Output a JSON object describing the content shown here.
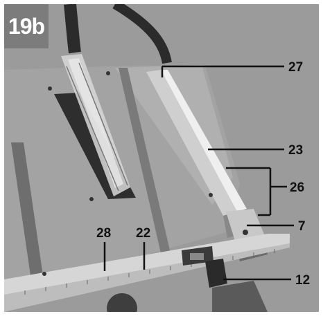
{
  "figure": {
    "label": "19b"
  },
  "callouts": [
    {
      "id": "27",
      "text": "27"
    },
    {
      "id": "23",
      "text": "23"
    },
    {
      "id": "26",
      "text": "26"
    },
    {
      "id": "7",
      "text": "7"
    },
    {
      "id": "28",
      "text": "28"
    },
    {
      "id": "22",
      "text": "22"
    },
    {
      "id": "12",
      "text": "12"
    }
  ],
  "colors": {
    "badge": "#7c7c7c",
    "table": "#9a9a9a",
    "fence": "#c4c4c4",
    "leader": "#111111"
  }
}
